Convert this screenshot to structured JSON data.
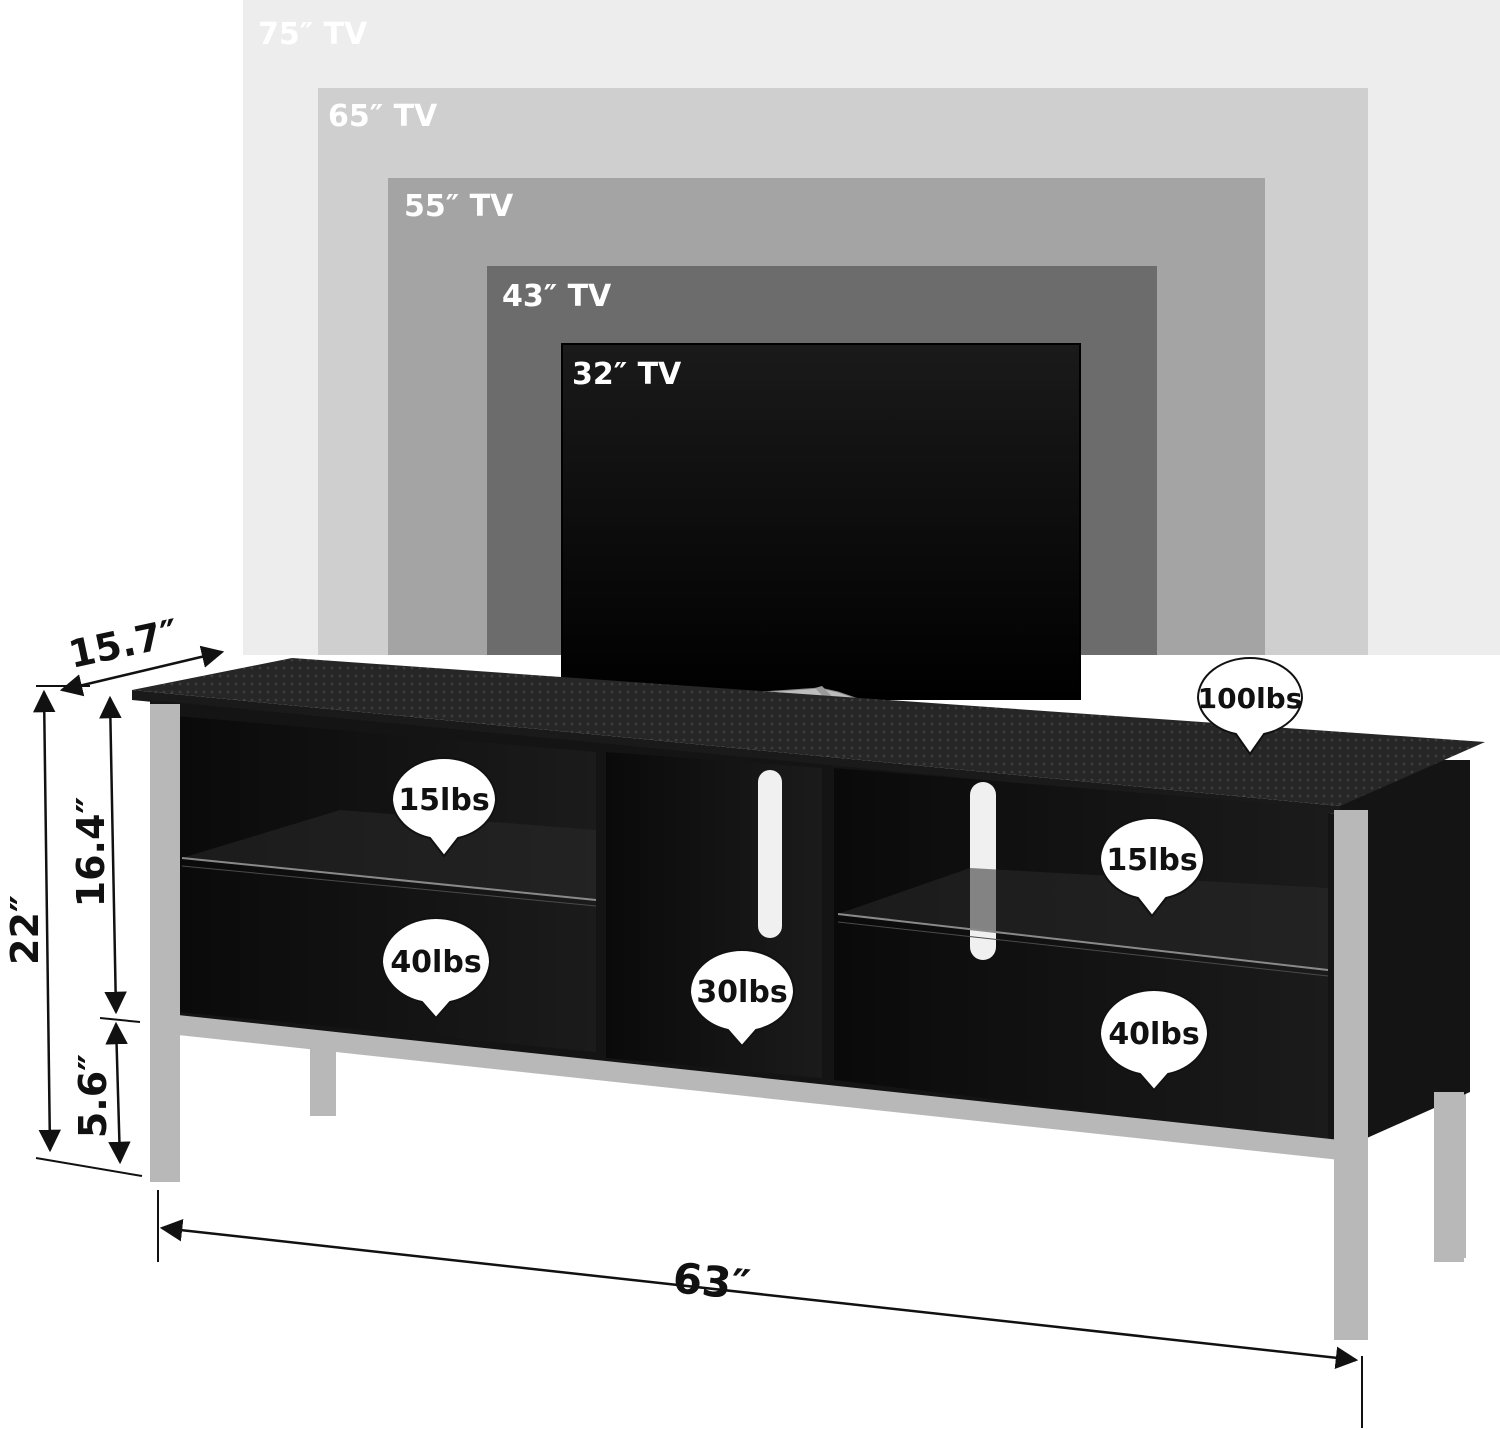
{
  "tv_sizes": [
    {
      "label": "75″ TV",
      "color": "#ededed",
      "text_color": "#ffffff"
    },
    {
      "label": "65″ TV",
      "color": "#cfcfcf",
      "text_color": "#ffffff"
    },
    {
      "label": "55″ TV",
      "color": "#a4a4a4",
      "text_color": "#ffffff"
    },
    {
      "label": "43″ TV",
      "color": "#6c6c6c",
      "text_color": "#ffffff"
    },
    {
      "label": "32″ TV",
      "color": "#0b0b0b",
      "text_color": "#ffffff"
    }
  ],
  "dimensions": {
    "depth": "15.7″",
    "total_height": "22″",
    "cabinet_height": "16.4″",
    "leg_height": "5.6″",
    "width": "63″"
  },
  "weight_capacities": {
    "top": "100lbs",
    "left_upper_shelf": "15lbs",
    "left_lower_shelf": "40lbs",
    "center_compartment": "30lbs",
    "right_upper_shelf": "15lbs",
    "right_lower_shelf": "40lbs"
  },
  "colors": {
    "stand_body": "#141414",
    "stand_top": "#2a2a2a",
    "frame": "#b8b8b8",
    "dimension_line": "#111111",
    "balloon_fill": "#ffffff"
  }
}
